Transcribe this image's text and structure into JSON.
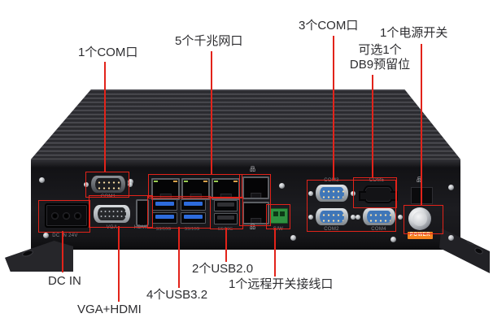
{
  "colors": {
    "annotation_red": "#e2231a",
    "power_badge_orange": "#f5821f"
  },
  "annotations": {
    "com1": "1个COM口",
    "lan": "5个千兆网口",
    "com3": "3个COM口",
    "power_switch": "1个电源开关",
    "db9_reserved_line1": "可选1个",
    "db9_reserved_line2": "DB9预留位",
    "dc_in": "DC IN",
    "vga_hdmi": "VGA+HDMI",
    "usb32": "4个USB3.2",
    "usb20": "2个USB2.0",
    "remote_switch": "1个远程开关接线口"
  },
  "panel_labels": {
    "dc_in": "DC IN 24V",
    "com1": "COM1",
    "vga": "VGA",
    "hdmi": "HDMI",
    "com2": "COM2",
    "com3": "COM3",
    "com4": "COM4",
    "com5": "COM5",
    "sw": "S/W",
    "power": "POWER",
    "usb_mark": "SS/10G",
    "lan_icon": "品"
  }
}
